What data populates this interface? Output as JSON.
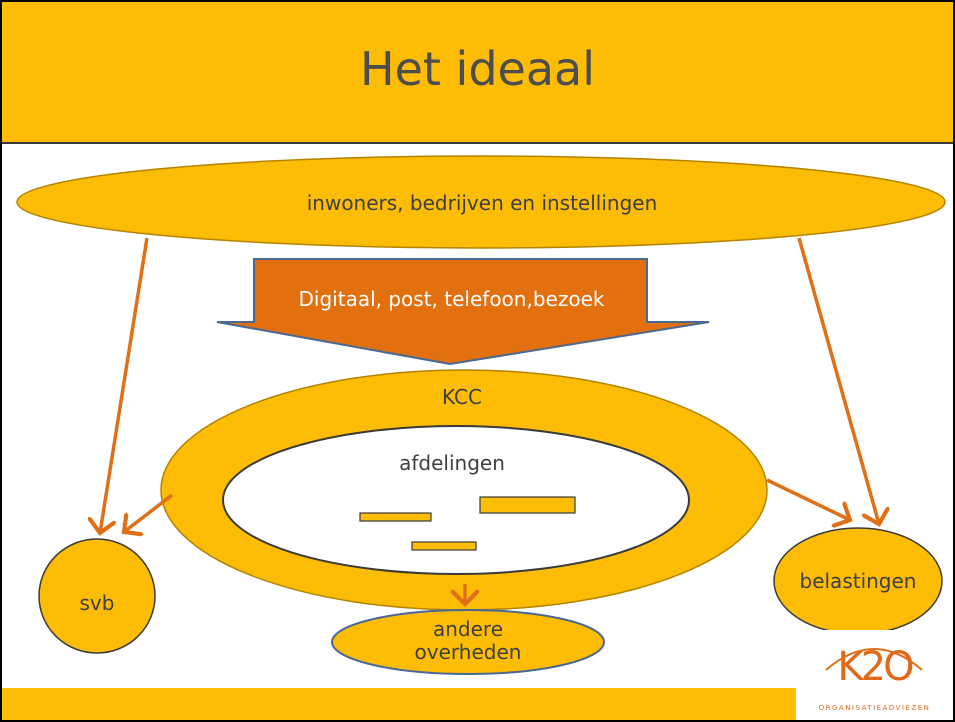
{
  "title": "Het ideaal",
  "nodes": {
    "public": "inwoners, bedrijven en instellingen",
    "channels": "Digitaal, post, telefoon,bezoek",
    "kcc": "KCC",
    "departments": "afdelingen",
    "svb": "svb",
    "belastingen": "belastingen",
    "andere_overheden": "andere overheden"
  },
  "logo": {
    "mark": "K2O",
    "tagline": "ORGANISATIEADVIEZEN"
  },
  "colors": {
    "accent": "#FDBC06",
    "arrow": "#E07018",
    "outline": "#4A6894"
  }
}
